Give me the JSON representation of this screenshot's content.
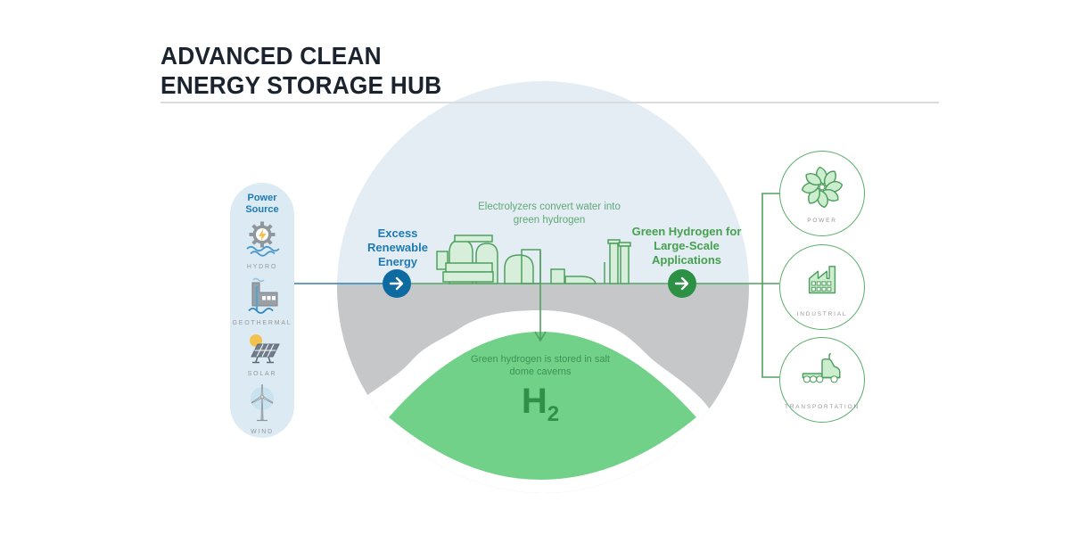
{
  "title": {
    "line1": "ADVANCED CLEAN",
    "line2": "ENERGY STORAGE HUB"
  },
  "power_source": {
    "heading": "Power Source",
    "items": [
      {
        "label": "HYDRO",
        "icon": "hydro-icon"
      },
      {
        "label": "GEOTHERMAL",
        "icon": "geothermal-icon"
      },
      {
        "label": "SOLAR",
        "icon": "solar-icon"
      },
      {
        "label": "WIND",
        "icon": "wind-icon"
      }
    ]
  },
  "flow": {
    "input_label": "Excess Renewable Energy",
    "electrolyzer_caption": "Electrolyzers convert water into green hydrogen",
    "output_label": "Green Hydrogen for Large-Scale Applications",
    "storage_caption": "Green hydrogen is stored in salt dome caverns",
    "h2": {
      "symbol": "H",
      "subscript": "2"
    }
  },
  "applications": {
    "items": [
      {
        "label": "POWER",
        "icon": "turbine-fan-icon"
      },
      {
        "label": "INDUSTRIAL",
        "icon": "factory-icon"
      },
      {
        "label": "TRANSPORTATION",
        "icon": "truck-icon"
      }
    ]
  },
  "colors": {
    "title-ink": "#1b242e",
    "blue-heading": "#1d7ab2",
    "blue-arrow": "#0e6ba2",
    "blue-line": "#2e7fae",
    "green-heading": "#46a14f",
    "green-arrow": "#2c9144",
    "green-line": "#4fa05e",
    "green-caption": "#60a878",
    "storage-caption": "#3b9355",
    "green-dark": "#2f9047",
    "dome-green": "#72d189",
    "sky-blue": "#e3edf3",
    "ground-gray": "#c6c7c9",
    "pill-blue": "#dceaf3",
    "label-gray": "#95989b",
    "icon-green-fill": "#cdedcf",
    "icon-green-stroke": "#4c9e5c",
    "app-circle-stroke": "#5cad6b",
    "plant-fill": "#d7efda",
    "rule-gray": "#d9dde0"
  }
}
